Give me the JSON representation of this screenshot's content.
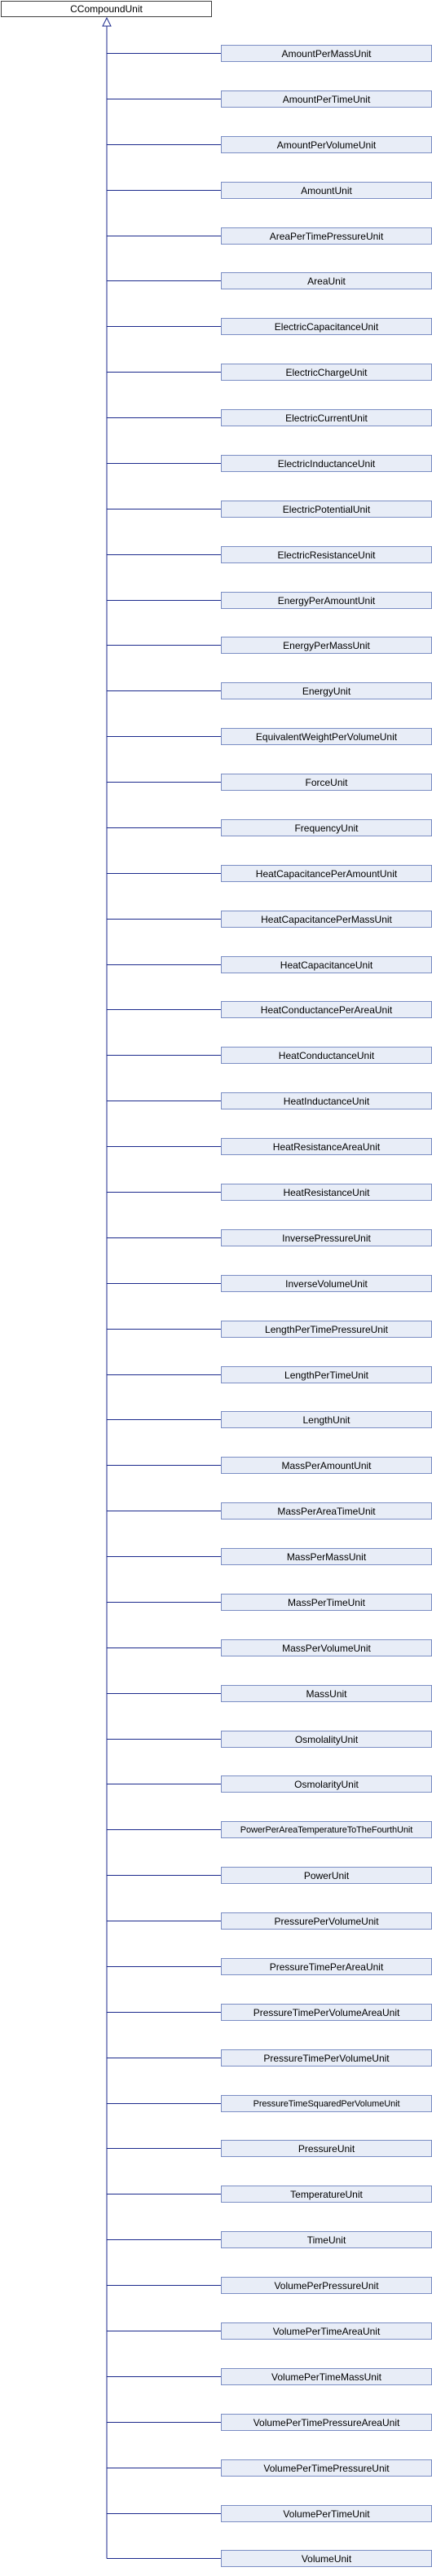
{
  "diagram": {
    "root": "CCompoundUnit",
    "children": [
      "AmountPerMassUnit",
      "AmountPerTimeUnit",
      "AmountPerVolumeUnit",
      "AmountUnit",
      "AreaPerTimePressureUnit",
      "AreaUnit",
      "ElectricCapacitanceUnit",
      "ElectricChargeUnit",
      "ElectricCurrentUnit",
      "ElectricInductanceUnit",
      "ElectricPotentialUnit",
      "ElectricResistanceUnit",
      "EnergyPerAmountUnit",
      "EnergyPerMassUnit",
      "EnergyUnit",
      "EquivalentWeightPerVolumeUnit",
      "ForceUnit",
      "FrequencyUnit",
      "HeatCapacitancePerAmountUnit",
      "HeatCapacitancePerMassUnit",
      "HeatCapacitanceUnit",
      "HeatConductancePerAreaUnit",
      "HeatConductanceUnit",
      "HeatInductanceUnit",
      "HeatResistanceAreaUnit",
      "HeatResistanceUnit",
      "InversePressureUnit",
      "InverseVolumeUnit",
      "LengthPerTimePressureUnit",
      "LengthPerTimeUnit",
      "LengthUnit",
      "MassPerAmountUnit",
      "MassPerAreaTimeUnit",
      "MassPerMassUnit",
      "MassPerTimeUnit",
      "MassPerVolumeUnit",
      "MassUnit",
      "OsmolalityUnit",
      "OsmolarityUnit",
      "PowerPerAreaTemperatureToTheFourthUnit",
      "PowerUnit",
      "PressurePerVolumeUnit",
      "PressureTimePerAreaUnit",
      "PressureTimePerVolumeAreaUnit",
      "PressureTimePerVolumeUnit",
      "PressureTimeSquaredPerVolumeUnit",
      "PressureUnit",
      "TemperatureUnit",
      "TimeUnit",
      "VolumePerPressureUnit",
      "VolumePerTimeAreaUnit",
      "VolumePerTimeMassUnit",
      "VolumePerTimePressureAreaUnit",
      "VolumePerTimePressureUnit",
      "VolumePerTimeUnit",
      "VolumeUnit"
    ],
    "colors": {
      "root_fill": "#ffffff",
      "root_border": "#404040",
      "child_fill": "#e8edf7",
      "child_border": "#7b8ec4",
      "connector": "#1c2a8c"
    }
  }
}
